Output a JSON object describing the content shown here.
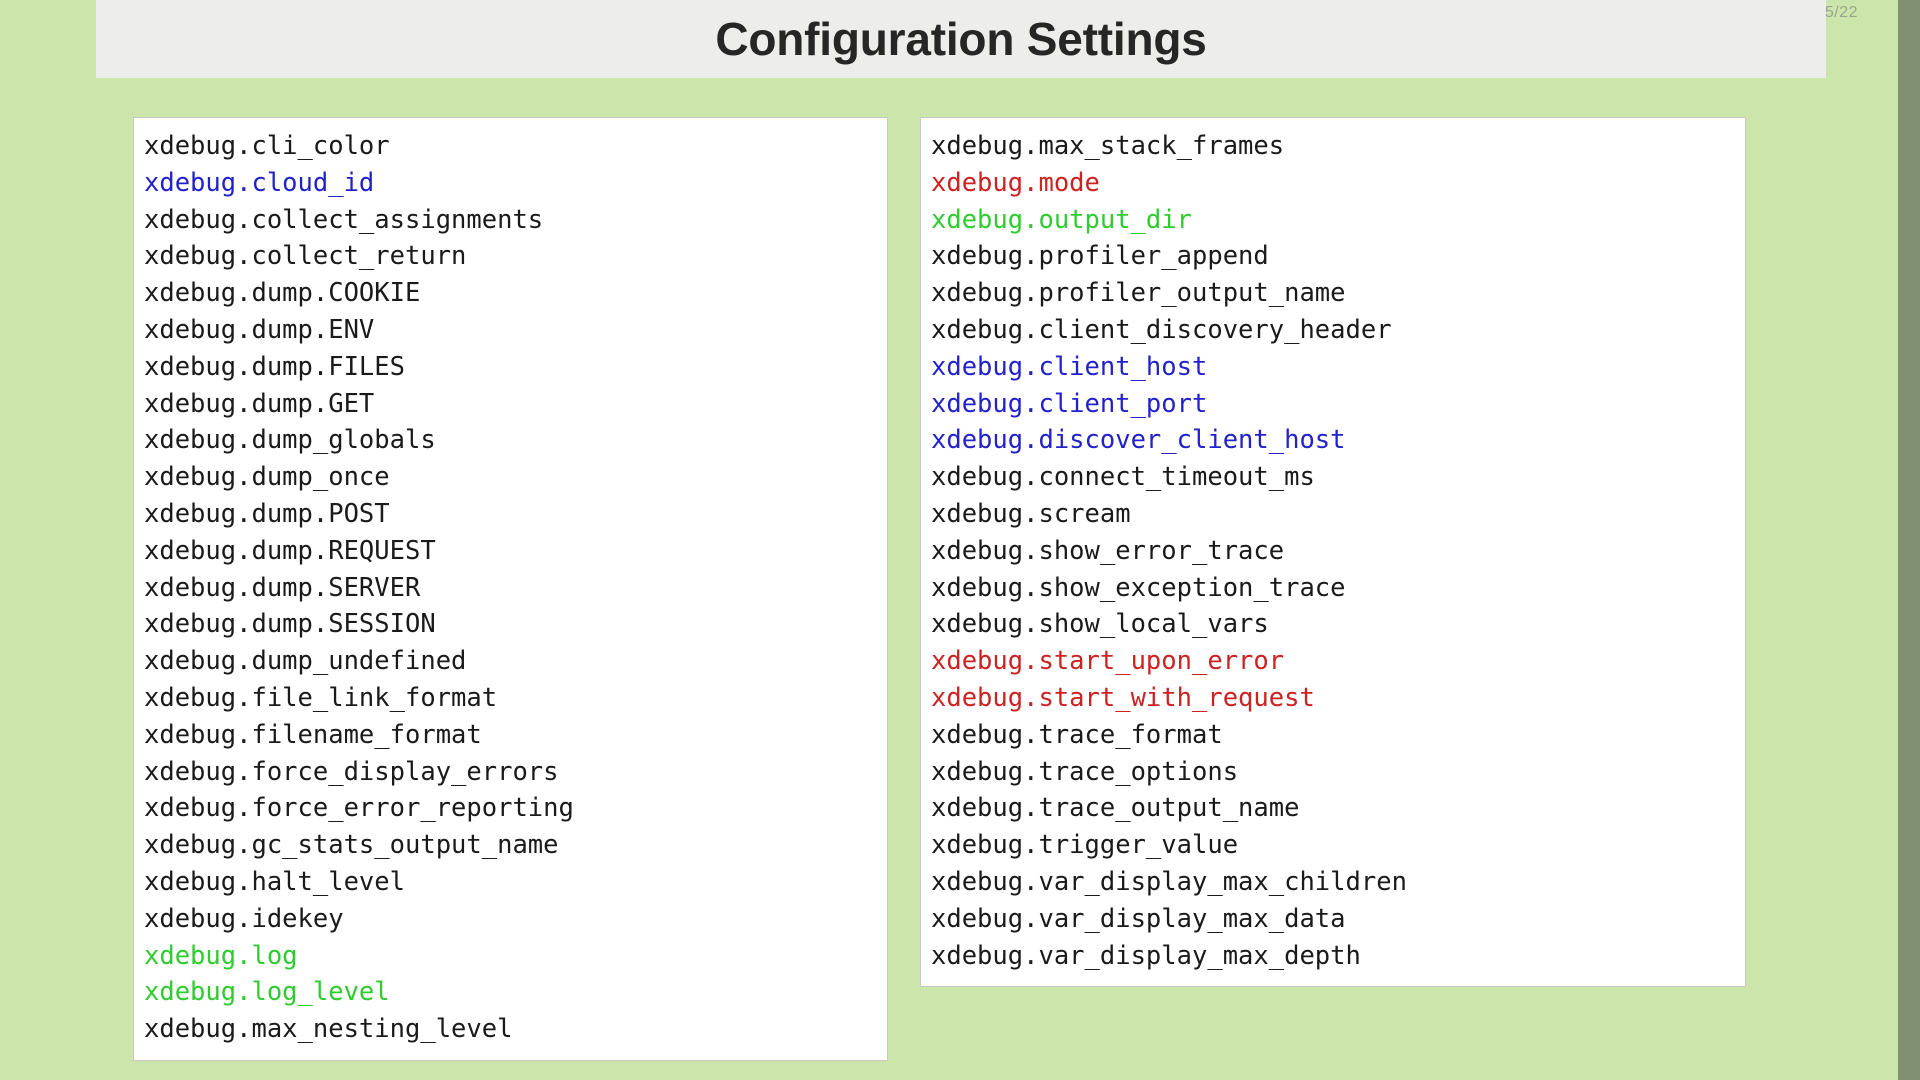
{
  "header": {
    "title": "Configuration Settings",
    "page_counter": "5/22"
  },
  "colors": {
    "background": "#cbe5ab",
    "edge_strip": "#7f9170",
    "header_band": "#ededeb",
    "title_text": "#262626",
    "card_background": "#ffffff",
    "card_border": "#c8c8c8",
    "text_default": "#1a1a1a",
    "text_blue": "#2222cc",
    "text_green": "#2ecc2e",
    "text_red": "#cc2222",
    "page_counter_text": "#9aa68c"
  },
  "columns": [
    {
      "name": "left-column",
      "items": [
        {
          "label": "xdebug.cli_color",
          "color": "black"
        },
        {
          "label": "xdebug.cloud_id",
          "color": "blue"
        },
        {
          "label": "xdebug.collect_assignments",
          "color": "black"
        },
        {
          "label": "xdebug.collect_return",
          "color": "black"
        },
        {
          "label": "xdebug.dump.COOKIE",
          "color": "black"
        },
        {
          "label": "xdebug.dump.ENV",
          "color": "black"
        },
        {
          "label": "xdebug.dump.FILES",
          "color": "black"
        },
        {
          "label": "xdebug.dump.GET",
          "color": "black"
        },
        {
          "label": "xdebug.dump_globals",
          "color": "black"
        },
        {
          "label": "xdebug.dump_once",
          "color": "black"
        },
        {
          "label": "xdebug.dump.POST",
          "color": "black"
        },
        {
          "label": "xdebug.dump.REQUEST",
          "color": "black"
        },
        {
          "label": "xdebug.dump.SERVER",
          "color": "black"
        },
        {
          "label": "xdebug.dump.SESSION",
          "color": "black"
        },
        {
          "label": "xdebug.dump_undefined",
          "color": "black"
        },
        {
          "label": "xdebug.file_link_format",
          "color": "black"
        },
        {
          "label": "xdebug.filename_format",
          "color": "black"
        },
        {
          "label": "xdebug.force_display_errors",
          "color": "black"
        },
        {
          "label": "xdebug.force_error_reporting",
          "color": "black"
        },
        {
          "label": "xdebug.gc_stats_output_name",
          "color": "black"
        },
        {
          "label": "xdebug.halt_level",
          "color": "black"
        },
        {
          "label": "xdebug.idekey",
          "color": "black"
        },
        {
          "label": "xdebug.log",
          "color": "green"
        },
        {
          "label": "xdebug.log_level",
          "color": "green"
        },
        {
          "label": "xdebug.max_nesting_level",
          "color": "black"
        }
      ]
    },
    {
      "name": "right-column",
      "items": [
        {
          "label": "xdebug.max_stack_frames",
          "color": "black"
        },
        {
          "label": "xdebug.mode",
          "color": "red"
        },
        {
          "label": "xdebug.output_dir",
          "color": "green"
        },
        {
          "label": "xdebug.profiler_append",
          "color": "black"
        },
        {
          "label": "xdebug.profiler_output_name",
          "color": "black"
        },
        {
          "label": "xdebug.client_discovery_header",
          "color": "black"
        },
        {
          "label": "xdebug.client_host",
          "color": "blue"
        },
        {
          "label": "xdebug.client_port",
          "color": "blue"
        },
        {
          "label": "xdebug.discover_client_host",
          "color": "blue"
        },
        {
          "label": "xdebug.connect_timeout_ms",
          "color": "black"
        },
        {
          "label": "xdebug.scream",
          "color": "black"
        },
        {
          "label": "xdebug.show_error_trace",
          "color": "black"
        },
        {
          "label": "xdebug.show_exception_trace",
          "color": "black"
        },
        {
          "label": "xdebug.show_local_vars",
          "color": "black"
        },
        {
          "label": "xdebug.start_upon_error",
          "color": "red"
        },
        {
          "label": "xdebug.start_with_request",
          "color": "red"
        },
        {
          "label": "xdebug.trace_format",
          "color": "black"
        },
        {
          "label": "xdebug.trace_options",
          "color": "black"
        },
        {
          "label": "xdebug.trace_output_name",
          "color": "black"
        },
        {
          "label": "xdebug.trigger_value",
          "color": "black"
        },
        {
          "label": "xdebug.var_display_max_children",
          "color": "black"
        },
        {
          "label": "xdebug.var_display_max_data",
          "color": "black"
        },
        {
          "label": "xdebug.var_display_max_depth",
          "color": "black"
        }
      ]
    }
  ]
}
